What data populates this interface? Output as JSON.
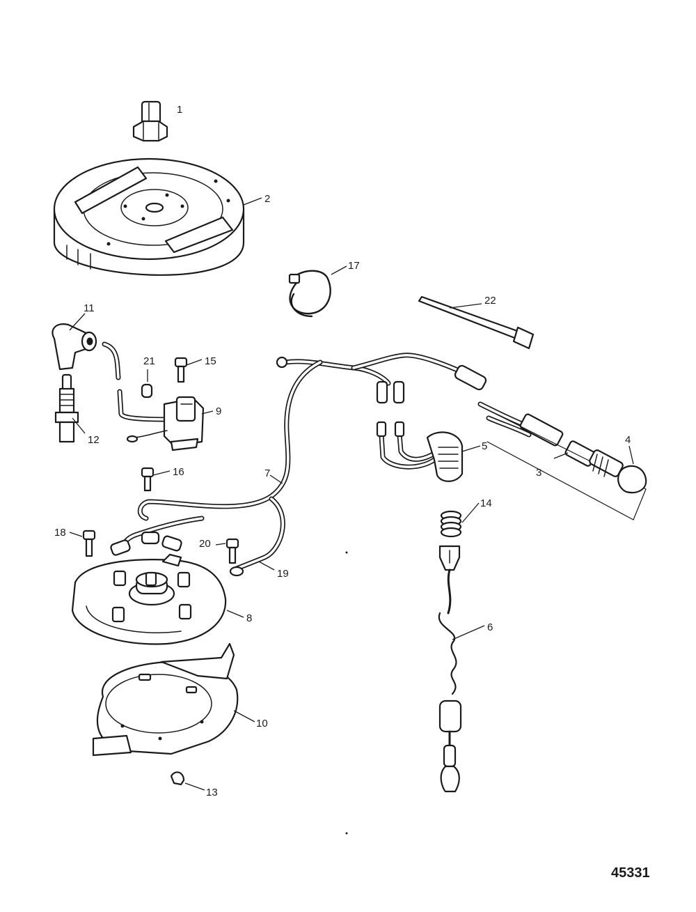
{
  "callouts": {
    "c1": "1",
    "c2": "2",
    "c3": "3",
    "c4": "4",
    "c5": "5",
    "c6": "6",
    "c7": "7",
    "c8": "8",
    "c9": "9",
    "c10": "10",
    "c11": "11",
    "c12": "12",
    "c13": "13",
    "c14": "14",
    "c15": "15",
    "c16": "16",
    "c17": "17",
    "c18": "18",
    "c19": "19",
    "c20": "20",
    "c21": "21",
    "c22": "22"
  },
  "figure_number": "45331"
}
